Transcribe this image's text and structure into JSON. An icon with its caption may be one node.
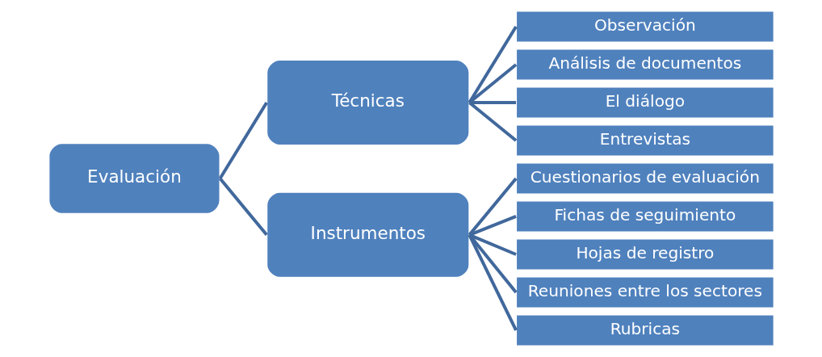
{
  "diagram": {
    "nodes": [
      {
        "text": [
          "Evaluación"
        ]
      },
      {
        "text": [
          "Técnicas"
        ]
      },
      {
        "text": [
          "Instrumentos"
        ]
      },
      {
        "text": [
          "Observación"
        ]
      },
      {
        "text": [
          "Análisis de documentos"
        ]
      },
      {
        "text": [
          "El diálogo"
        ]
      },
      {
        "text": [
          "Entrevistas"
        ]
      },
      {
        "text": [
          "Cuestionarios de evaluación"
        ]
      },
      {
        "text": [
          "Fichas de seguimiento"
        ]
      },
      {
        "text": [
          "Hojas de registro"
        ]
      },
      {
        "text": [
          "Reuniones entre los sectores"
        ]
      },
      {
        "text": [
          "Rubricas"
        ]
      }
    ],
    "edges": [
      {
        "from": 0,
        "to": 1,
        "arrow": "none"
      },
      {
        "from": 0,
        "to": 2,
        "arrow": "none"
      },
      {
        "from": 1,
        "to": 3,
        "arrow": "none"
      },
      {
        "from": 1,
        "to": 4,
        "arrow": "none"
      },
      {
        "from": 1,
        "to": 5,
        "arrow": "none"
      },
      {
        "from": 1,
        "to": 6,
        "arrow": "none"
      },
      {
        "from": 2,
        "to": 7,
        "arrow": "none"
      },
      {
        "from": 2,
        "to": 8,
        "arrow": "none"
      },
      {
        "from": 2,
        "to": 9,
        "arrow": "none"
      },
      {
        "from": 2,
        "to": 10,
        "arrow": "none"
      },
      {
        "from": 2,
        "to": 11,
        "arrow": "none"
      }
    ]
  }
}
